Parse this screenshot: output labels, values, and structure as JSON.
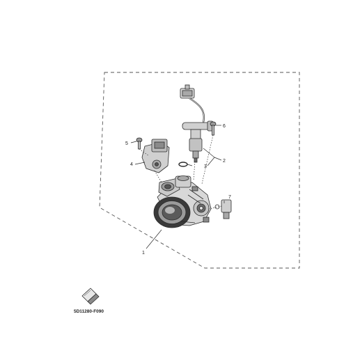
{
  "diagram": {
    "callouts": [
      {
        "id": "1",
        "label": "1"
      },
      {
        "id": "2",
        "label": "2"
      },
      {
        "id": "3",
        "label": "3"
      },
      {
        "id": "4",
        "label": "4"
      },
      {
        "id": "5",
        "label": "5"
      },
      {
        "id": "6",
        "label": "6"
      },
      {
        "id": "7",
        "label": "7"
      }
    ],
    "figure_code": "5D11280-F090",
    "colors": {
      "line": "#2b2b2b",
      "part_fill": "#e2e2e2",
      "part_dark": "#555555",
      "boundary": "#555555"
    }
  }
}
